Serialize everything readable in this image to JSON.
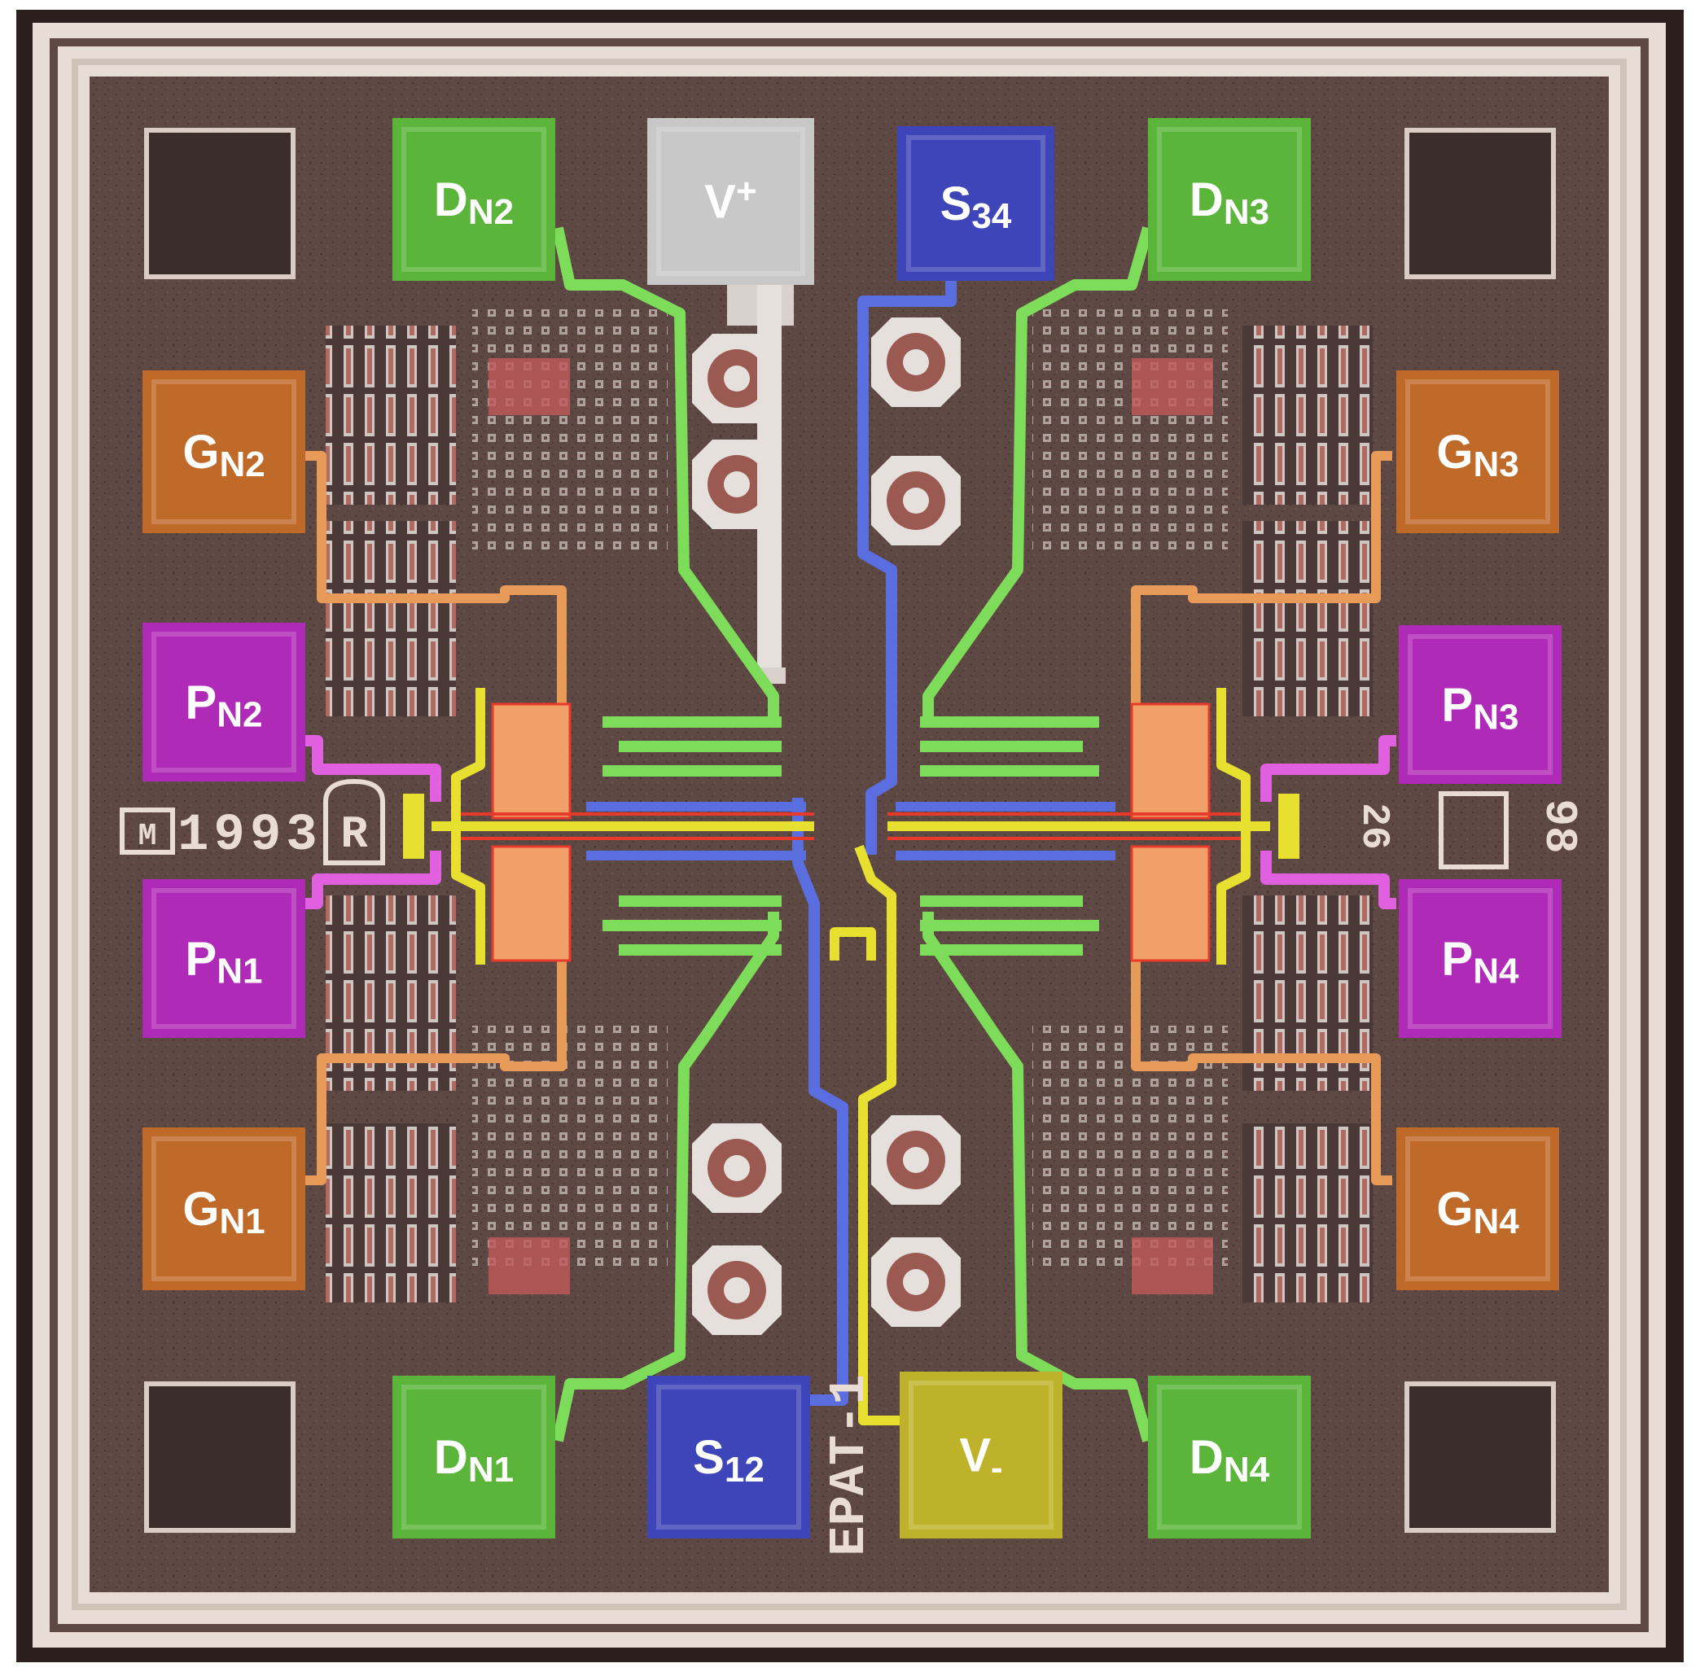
{
  "die": {
    "copyright_mark": "M",
    "year": "1993",
    "logo_letter": "R",
    "chip_id": "EPAT-1",
    "corner_code_right": "26",
    "corner_code_far_right": "98"
  },
  "pads": [
    {
      "id": "DN2",
      "main": "D",
      "sub": "N2",
      "color": "#5bb53a"
    },
    {
      "id": "V+",
      "main": "V",
      "sub": "+",
      "color": "#c8c8c8"
    },
    {
      "id": "S34",
      "main": "S",
      "sub": "34",
      "color": "#3d45b8"
    },
    {
      "id": "DN3",
      "main": "D",
      "sub": "N3",
      "color": "#5bb53a"
    },
    {
      "id": "GN2",
      "main": "G",
      "sub": "N2",
      "color": "#c06a2a"
    },
    {
      "id": "GN3",
      "main": "G",
      "sub": "N3",
      "color": "#c06a2a"
    },
    {
      "id": "PN2",
      "main": "P",
      "sub": "N2",
      "color": "#b02ab8"
    },
    {
      "id": "PN3",
      "main": "P",
      "sub": "N3",
      "color": "#b02ab8"
    },
    {
      "id": "PN1",
      "main": "P",
      "sub": "N1",
      "color": "#b02ab8"
    },
    {
      "id": "PN4",
      "main": "P",
      "sub": "N4",
      "color": "#b02ab8"
    },
    {
      "id": "GN1",
      "main": "G",
      "sub": "N1",
      "color": "#c06a2a"
    },
    {
      "id": "GN4",
      "main": "G",
      "sub": "N4",
      "color": "#c06a2a"
    },
    {
      "id": "DN1",
      "main": "D",
      "sub": "N1",
      "color": "#5bb53a"
    },
    {
      "id": "S12",
      "main": "S",
      "sub": "12",
      "color": "#3d45b8"
    },
    {
      "id": "V-",
      "main": "V",
      "sub": "-",
      "color": "#bdb22a"
    },
    {
      "id": "DN4",
      "main": "D",
      "sub": "N4",
      "color": "#5bb53a"
    }
  ],
  "colors": {
    "die_base": "#5e4843",
    "die_dark": "#3f2f2c",
    "die_border": "#e8ddd6",
    "trace_green": "#7ddc5a",
    "trace_blue": "#5a6ee0",
    "trace_yellow": "#e8e030",
    "trace_orange": "#e89a58",
    "trace_magenta": "#e060e0",
    "trace_red": "#e83a2a",
    "metal_white": "#e6e0dc"
  }
}
